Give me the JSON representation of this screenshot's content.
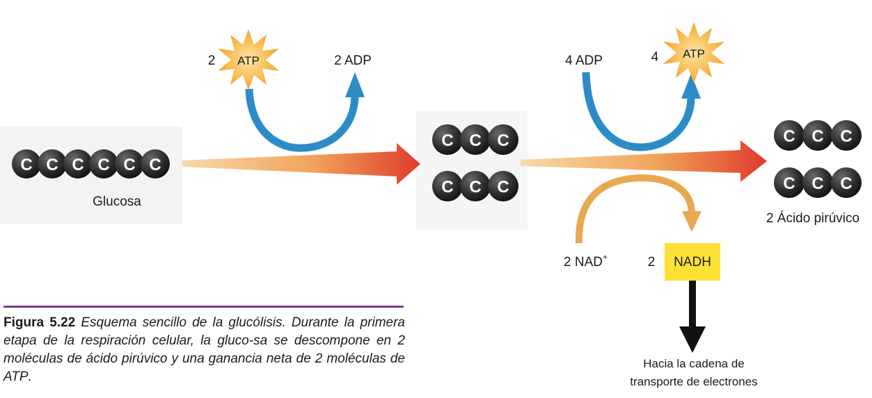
{
  "diagram": {
    "glucose": {
      "carbons": [
        "C",
        "C",
        "C",
        "C",
        "C",
        "C"
      ],
      "label": "Glucosa"
    },
    "intermediate": {
      "rows": [
        [
          "C",
          "C",
          "C"
        ],
        [
          "C",
          "C",
          "C"
        ]
      ]
    },
    "pyruvate": {
      "rows": [
        [
          "C",
          "C",
          "C"
        ],
        [
          "C",
          "C",
          "C"
        ]
      ],
      "label": "2 Ácido pirúvico"
    },
    "investment": {
      "atp_count": "2",
      "atp_label": "ATP",
      "adp_label": "2 ADP"
    },
    "payoff": {
      "adp_label": "4 ADP",
      "atp_count": "4",
      "atp_label": "ATP"
    },
    "nad": {
      "nad_label": "2 NAD",
      "nad_sup": "+",
      "nadh_count": "2",
      "nadh_label": "NADH"
    },
    "destination": {
      "line1": "Hacia la cadena de",
      "line2": "transporte de electrones"
    }
  },
  "caption": {
    "figure_label": "Figura 5.22",
    "text_before": "Esquema sencillo de la glucólisis. Durante la primera etapa de la respiración celular, la gluco-sa se descompone en 2 moléculas de ácido pirúvico y una ganancia neta de 2 moléculas de ",
    "atp": "ATP",
    "text_after": "."
  },
  "colors": {
    "blue_arrow": "#2b8cc8",
    "orange_arrow": "#e8a850",
    "red_arrow": "#e03a2c",
    "nadh_box": "#fde135",
    "atp_star": "#f6a623",
    "carbon": "#333333"
  }
}
